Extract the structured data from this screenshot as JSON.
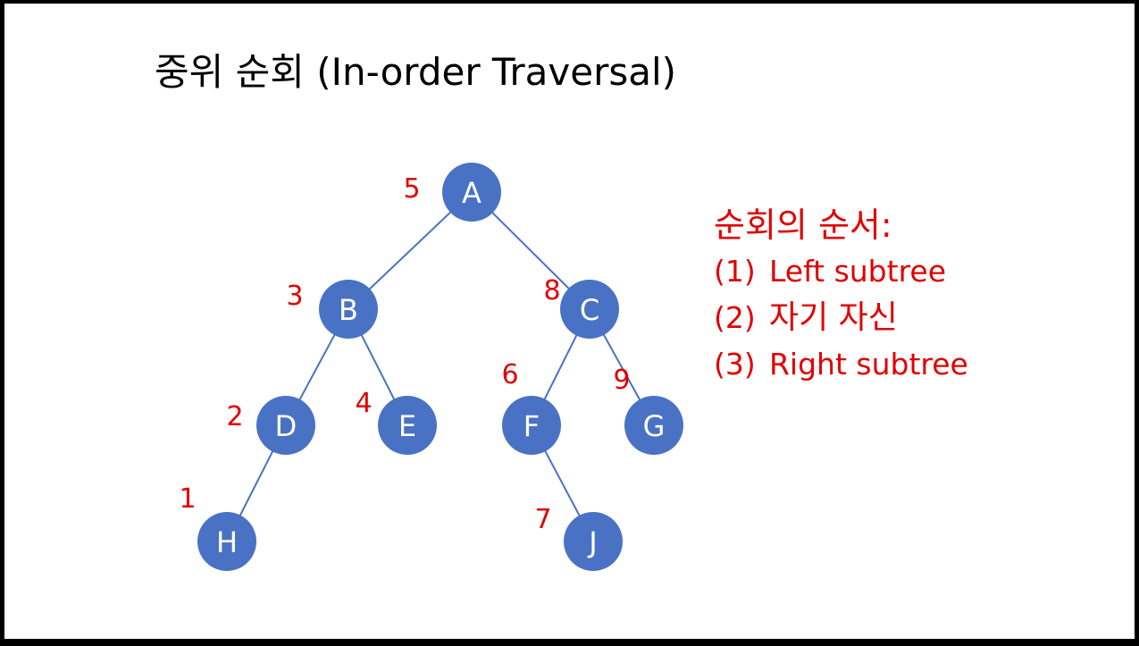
{
  "title": "중위 순회 (In-order Traversal)",
  "colors": {
    "node_fill": "#4a72c4",
    "node_text": "#ffffff",
    "edge": "#4a72c4",
    "order_number": "#e00000",
    "title_text": "#000000",
    "background": "#ffffff",
    "frame": "#000000"
  },
  "tree": {
    "nodes": [
      {
        "id": "A",
        "label": "A",
        "order": "5"
      },
      {
        "id": "B",
        "label": "B",
        "order": "3"
      },
      {
        "id": "C",
        "label": "C",
        "order": "8"
      },
      {
        "id": "D",
        "label": "D",
        "order": "2"
      },
      {
        "id": "E",
        "label": "E",
        "order": "4"
      },
      {
        "id": "F",
        "label": "F",
        "order": "6"
      },
      {
        "id": "G",
        "label": "G",
        "order": "9"
      },
      {
        "id": "H",
        "label": "H",
        "order": "1"
      },
      {
        "id": "J",
        "label": "J",
        "order": "7"
      }
    ],
    "edges": [
      {
        "from": "A",
        "to": "B"
      },
      {
        "from": "A",
        "to": "C"
      },
      {
        "from": "B",
        "to": "D"
      },
      {
        "from": "B",
        "to": "E"
      },
      {
        "from": "C",
        "to": "F"
      },
      {
        "from": "C",
        "to": "G"
      },
      {
        "from": "D",
        "to": "H"
      },
      {
        "from": "F",
        "to": "J"
      }
    ]
  },
  "order_rule": {
    "heading": "순회의 순서:",
    "items": [
      {
        "num": "(1)",
        "text": "Left subtree"
      },
      {
        "num": "(2)",
        "text": "자기 자신"
      },
      {
        "num": "(3)",
        "text": "Right subtree"
      }
    ]
  }
}
